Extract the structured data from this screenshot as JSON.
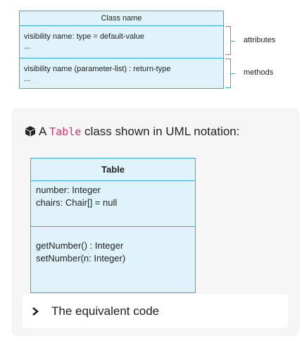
{
  "generic_diagram": {
    "title": "Class name",
    "attributes_line": "visibility name: type = default-value",
    "attributes_more": "...",
    "methods_line": "visibility name (parameter-list) : return-type",
    "methods_more": "...",
    "attributes_label": "attributes",
    "methods_label": "methods"
  },
  "card": {
    "icon": "cube-icon",
    "text_before": "A ",
    "code": "Table",
    "text_after": " class shown in UML notation:",
    "table_class": {
      "title": "Table",
      "attributes": [
        "number: Integer",
        "chairs: Chair[] = null"
      ],
      "methods": [
        "getNumber() : Integer",
        "setNumber(n: Integer)"
      ]
    },
    "expander_label": "The equivalent code"
  }
}
